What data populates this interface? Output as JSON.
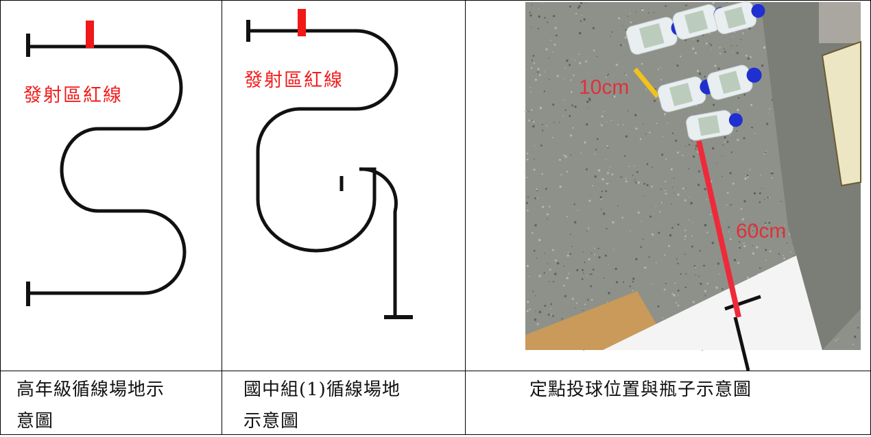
{
  "cells": [
    {
      "label_text": "發射區紅線",
      "caption_line1": "高年級循線場地示",
      "caption_line2": "意圖"
    },
    {
      "label_text": "發射區紅線",
      "caption_line1": "國中組(1)循線場地",
      "caption_line2": "示意圖"
    },
    {
      "caption_line1": "定點投球位置與瓶子示意圖",
      "photo_labels": {
        "bottle_gap": "10cm",
        "throw_distance": "60cm"
      }
    }
  ],
  "colors": {
    "track": "#111111",
    "red_marker": "#f01818",
    "tape_red": "#ee2a3a",
    "tape_yellow": "#f2c21a",
    "floor": "#8e9189",
    "cap_blue": "#1f2fd0"
  }
}
